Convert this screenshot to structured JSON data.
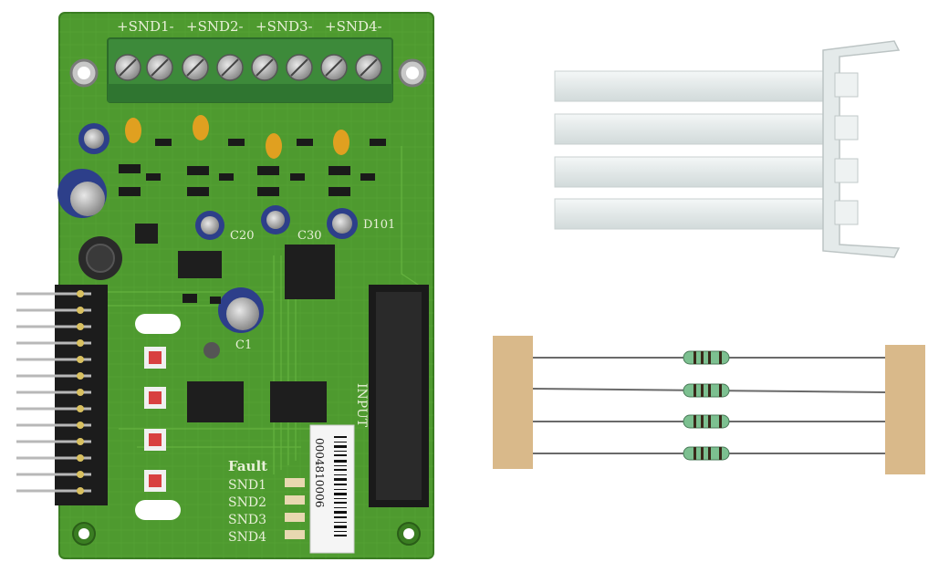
{
  "pcb": {
    "terminal_labels": [
      "+SND1-",
      "+SND2-",
      "+SND3-",
      "+SND4-"
    ],
    "status_labels": [
      "Fault",
      "SND1",
      "SND2",
      "SND3",
      "SND4"
    ],
    "barcode_number": "0004810006",
    "component_labels": {
      "c1": "C1",
      "c20": "C20",
      "c30": "C30",
      "d101": "D101",
      "input": "INPUT"
    }
  },
  "colors": {
    "pcb_green": "#4e9a2f",
    "pcb_dark": "#2f6b1c",
    "terminal_green": "#3d8a3a",
    "silk": "#e8f0d8",
    "tape": "#d9b98a",
    "lightpipe": "#e6ecec"
  }
}
